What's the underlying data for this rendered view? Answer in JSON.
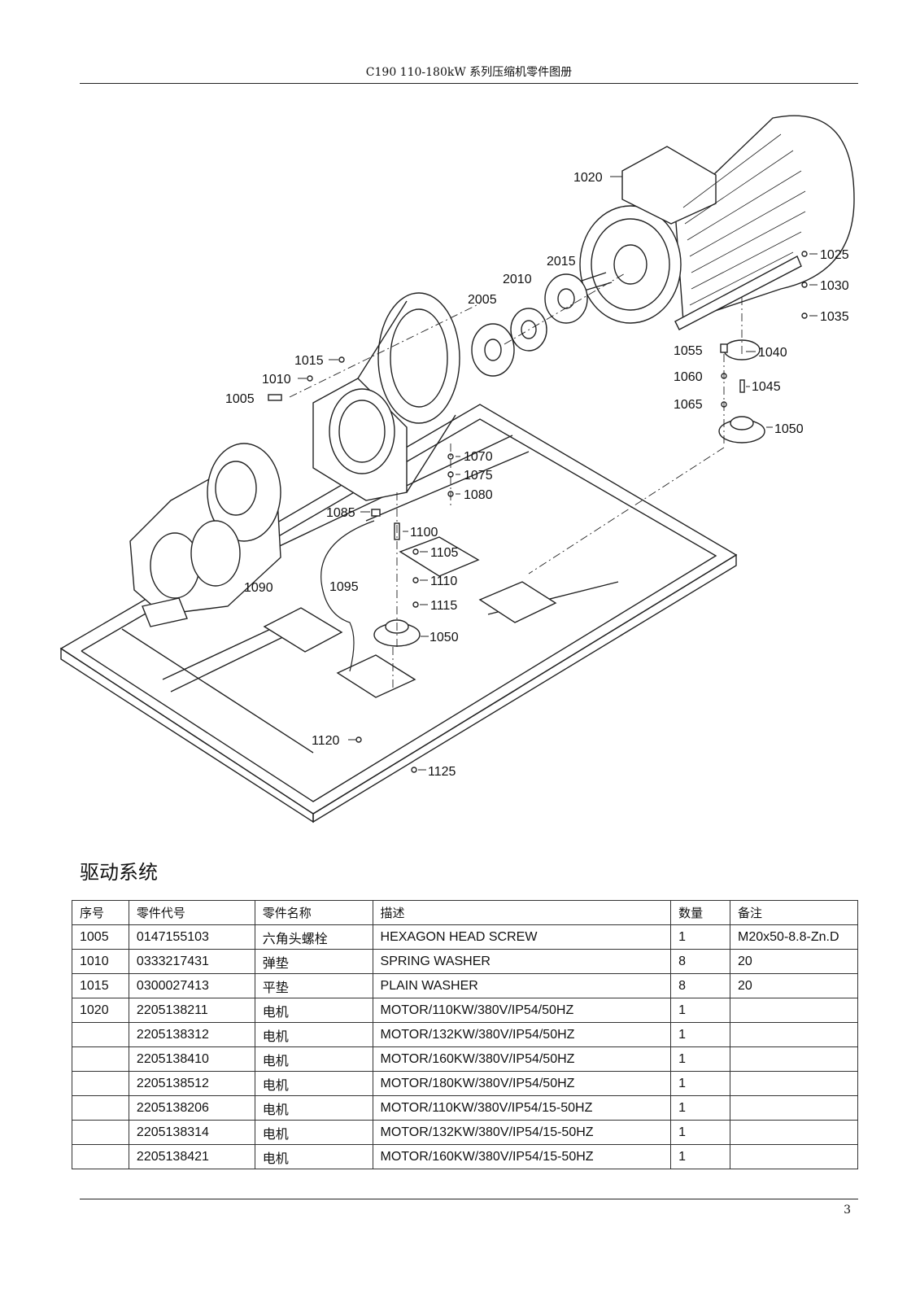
{
  "header": {
    "title": "C190 110-180kW  系列压缩机零件图册"
  },
  "diagram": {
    "callouts": [
      "1020",
      "1025",
      "1030",
      "1035",
      "2015",
      "2010",
      "2005",
      "1040",
      "1055",
      "1060",
      "1045",
      "1065",
      "1050",
      "1015",
      "1010",
      "1005",
      "1070",
      "1075",
      "1080",
      "1085",
      "1100",
      "1105",
      "1110",
      "1115",
      "1050",
      "1090",
      "1095",
      "1120",
      "1125"
    ]
  },
  "section": {
    "title": "驱动系统"
  },
  "table": {
    "headers": [
      "序号",
      "零件代号",
      "零件名称",
      "描述",
      "数量",
      "备注"
    ],
    "rows": [
      [
        "1005",
        "0147155103",
        "六角头螺栓",
        "HEXAGON HEAD SCREW",
        "1",
        "M20x50-8.8-Zn.D"
      ],
      [
        "1010",
        "0333217431",
        "弹垫",
        "SPRING WASHER",
        "8",
        "20"
      ],
      [
        "1015",
        "0300027413",
        "平垫",
        "PLAIN WASHER",
        "8",
        "20"
      ],
      [
        "1020",
        "2205138211",
        "电机",
        "MOTOR/110KW/380V/IP54/50HZ",
        "1",
        ""
      ],
      [
        "",
        "2205138312",
        "电机",
        "MOTOR/132KW/380V/IP54/50HZ",
        "1",
        ""
      ],
      [
        "",
        "2205138410",
        "电机",
        "MOTOR/160KW/380V/IP54/50HZ",
        "1",
        ""
      ],
      [
        "",
        "2205138512",
        "电机",
        "MOTOR/180KW/380V/IP54/50HZ",
        "1",
        ""
      ],
      [
        "",
        "2205138206",
        "电机",
        "MOTOR/110KW/380V/IP54/15-50HZ",
        "1",
        ""
      ],
      [
        "",
        "2205138314",
        "电机",
        "MOTOR/132KW/380V/IP54/15-50HZ",
        "1",
        ""
      ],
      [
        "",
        "2205138421",
        "电机",
        "MOTOR/160KW/380V/IP54/15-50HZ",
        "1",
        ""
      ]
    ]
  },
  "footer": {
    "page_number": "3"
  }
}
